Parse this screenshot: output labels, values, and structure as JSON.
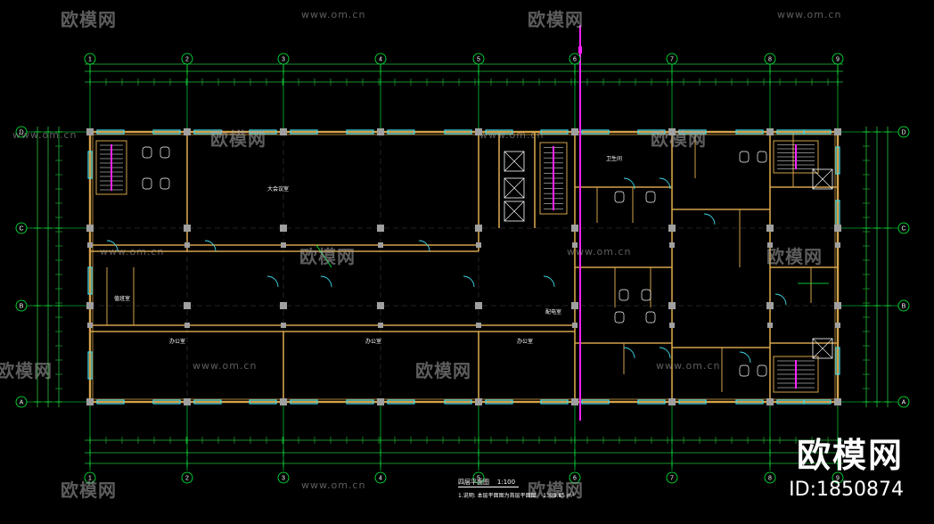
{
  "drawing": {
    "title": "四层平面图",
    "scale": "1:100",
    "note": "1.说明: 本层平面图为首层平面图",
    "area": "1398.85 m²"
  },
  "axes": {
    "columns": [
      "1",
      "2",
      "3",
      "4",
      "5",
      "6",
      "7",
      "8",
      "9"
    ],
    "rows": [
      "D",
      "C",
      "B",
      "A"
    ]
  },
  "rooms": [
    {
      "label": "大会议室"
    },
    {
      "label": "办公室"
    },
    {
      "label": "办公室"
    },
    {
      "label": "办公室"
    },
    {
      "label": "值班室"
    },
    {
      "label": "配电室"
    },
    {
      "label": "卫生间"
    }
  ],
  "watermarks": {
    "cn": "欧模网",
    "url": "www.om.cn"
  },
  "brand": {
    "name": "欧模网",
    "id": "ID:1850874"
  },
  "colors": {
    "background": "#000000",
    "wall": "#d4a24a",
    "column": "#a0a0a0",
    "dimension": "#22c33a",
    "window": "#3fd7e6",
    "axis": "#00ff40",
    "pipe": "#ff22ff",
    "label": "#ffffff"
  }
}
